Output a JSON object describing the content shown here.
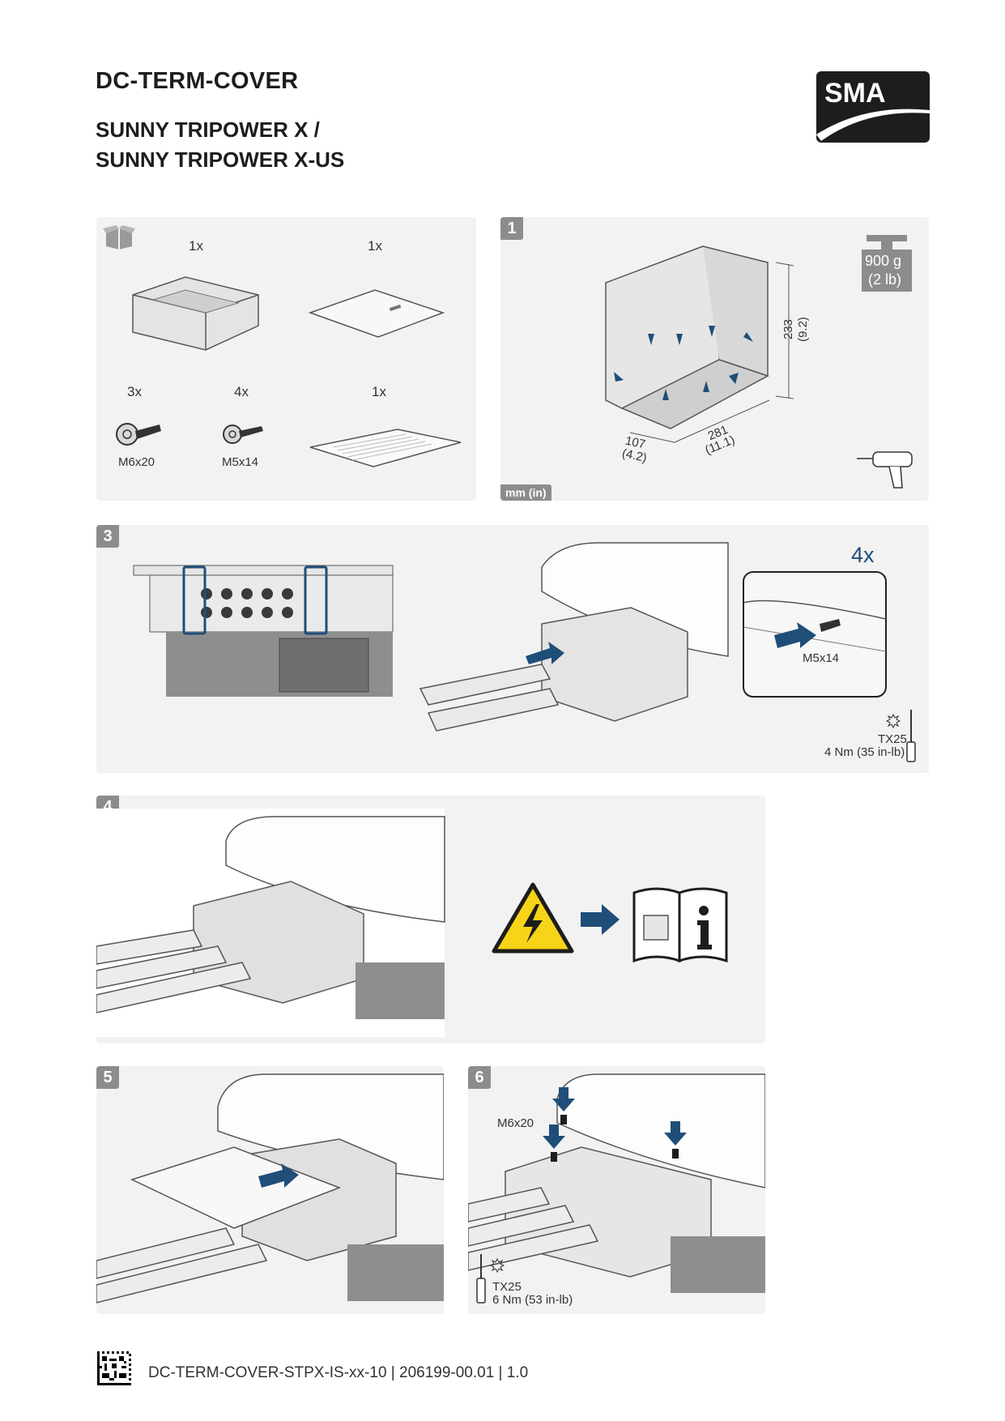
{
  "header": {
    "title": "DC-TERM-COVER",
    "subtitle_line1": "SUNNY TRIPOWER X /",
    "subtitle_line2": "SUNNY TRIPOWER X-US",
    "logo_text": "SMA"
  },
  "scope": {
    "qty_housing": "1x",
    "qty_plate": "1x",
    "qty_m6": "3x",
    "qty_m5": "4x",
    "qty_doc": "1x",
    "screw_m6": "M6x20",
    "screw_m5": "M5x14"
  },
  "step1": {
    "number": "1",
    "weight_g": "900 g",
    "weight_lb": "(2 lb)",
    "dim_height": "233",
    "dim_height_in": "(9.2)",
    "dim_width": "281",
    "dim_width_in": "(11.1)",
    "dim_depth": "107",
    "dim_depth_in": "(4.2)",
    "unit": "mm (in)"
  },
  "step3": {
    "number": "3",
    "count": "4x",
    "screw": "M5x14",
    "tool": "TX25",
    "torque": "4 Nm (35 in-lb)"
  },
  "step4": {
    "number": "4"
  },
  "step5": {
    "number": "5"
  },
  "step6": {
    "number": "6",
    "screw": "M6x20",
    "tool": "TX25",
    "torque": "6 Nm (53 in-lb)"
  },
  "footer": {
    "doc_code": "DC-TERM-COVER-STPX-IS-xx-10 | 206199-00.01 | 1.0"
  },
  "colors": {
    "arrow_blue": "#1f4e79",
    "panel_bg": "#f2f2f2",
    "warning_yellow": "#f7d417"
  }
}
